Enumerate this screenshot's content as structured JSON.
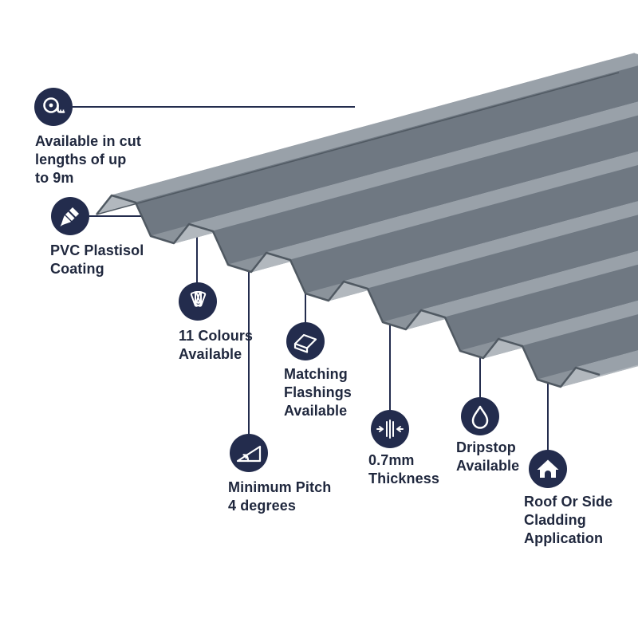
{
  "colors": {
    "background": "#ffffff",
    "navy": "#232c4d",
    "text": "#20283e",
    "callout_line": "#232c4d",
    "icon_glyph": "#ffffff",
    "sheet_top": "#99a1a9",
    "sheet_slope_dark": "#6f7882",
    "sheet_valley": "#8b939b",
    "sheet_slope_light": "#b2b8be",
    "sheet_edge": "#505962"
  },
  "callouts": [
    {
      "id": "cut-lengths",
      "icon": "tape-measure-icon",
      "lines": [
        "Available in cut",
        "lengths of up",
        "to 9m"
      ]
    },
    {
      "id": "pvc-coating",
      "icon": "paint-brush-icon",
      "lines": [
        "PVC Plastisol",
        "Coating"
      ]
    },
    {
      "id": "colours",
      "icon": "colour-fan-icon",
      "lines": [
        "11 Colours",
        "Available"
      ]
    },
    {
      "id": "flashings",
      "icon": "flashing-sheet-icon",
      "lines": [
        "Matching",
        "Flashings",
        "Available"
      ]
    },
    {
      "id": "minimum-pitch",
      "icon": "pitch-angle-icon",
      "lines": [
        "Minimum Pitch",
        "4 degrees"
      ]
    },
    {
      "id": "thickness",
      "icon": "thickness-gauge-icon",
      "lines": [
        "0.7mm",
        "Thickness"
      ]
    },
    {
      "id": "dripstop",
      "icon": "water-droplet-icon",
      "lines": [
        "Dripstop",
        "Available"
      ]
    },
    {
      "id": "cladding",
      "icon": "house-roof-icon",
      "lines": [
        "Roof Or Side",
        "Cladding",
        "Application"
      ]
    }
  ]
}
